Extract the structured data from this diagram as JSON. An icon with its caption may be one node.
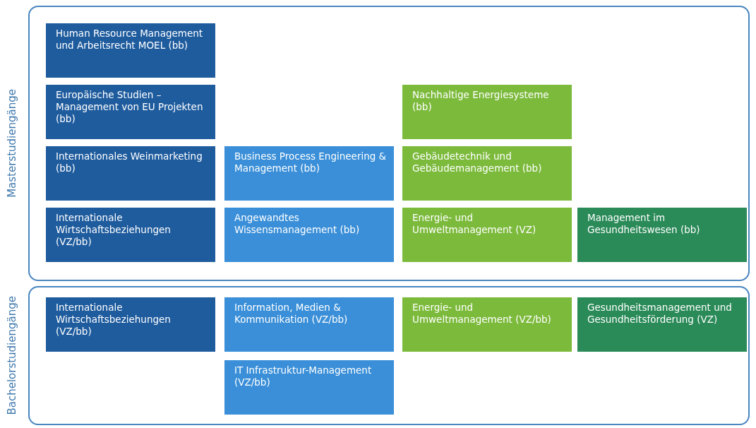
{
  "diagram": {
    "nodes": [
      {
        "text": [
          "Masterstudiengänge"
        ]
      },
      {
        "text": [
          "Human Resource Management und Arbeitsrecht MOEL (bb)"
        ],
        "in": 0
      },
      {
        "text": [
          "Europäische Studien – Management von EU Projekten (bb)"
        ],
        "in": 0
      },
      {
        "text": [
          "Nachhaltige Energiesysteme (bb)"
        ],
        "in": 0
      },
      {
        "text": [
          "Internationales Weinmarketing (bb)"
        ],
        "in": 0
      },
      {
        "text": [
          "Business Process Engineering & Management (bb)"
        ],
        "in": 0
      },
      {
        "text": [
          "Gebäudetechnik und Gebäudemanagement (bb)"
        ],
        "in": 0
      },
      {
        "text": [
          "Internationale Wirtschaftsbeziehungen (VZ/bb)"
        ],
        "in": 0
      },
      {
        "text": [
          "Angewandtes Wissensmanagement (bb)"
        ],
        "in": 0
      },
      {
        "text": [
          "Energie- und Umweltmanagement (VZ)"
        ],
        "in": 0
      },
      {
        "text": [
          "Management im Gesundheitswesen (bb)"
        ],
        "in": 0
      },
      {
        "text": [
          "Bachelorstudiengänge"
        ]
      },
      {
        "text": [
          "Internationale Wirtschaftsbeziehungen (VZ/bb)"
        ],
        "in": 11
      },
      {
        "text": [
          "Information, Medien & Kommunikation (VZ/bb)"
        ],
        "in": 11
      },
      {
        "text": [
          "Energie- und Umweltmanagement (VZ/bb)"
        ],
        "in": 11
      },
      {
        "text": [
          "Gesundheitsmanagement und Gesundheitsförderung (VZ)"
        ],
        "in": 11
      },
      {
        "text": [
          "IT Infrastruktur-Management (VZ/bb)"
        ],
        "in": 11
      }
    ]
  }
}
